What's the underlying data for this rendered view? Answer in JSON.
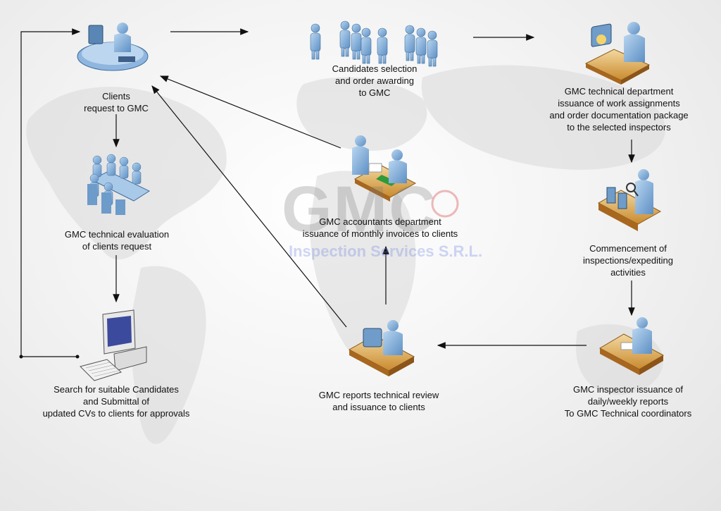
{
  "watermark": {
    "logo": "GMC",
    "subtitle": "Inspection Services S.R.L."
  },
  "nodes": {
    "clients_request": [
      "Clients",
      "request to GMC"
    ],
    "candidates_selection": [
      "Candidates selection",
      "and order awarding",
      "to GMC"
    ],
    "work_assignments": [
      "GMC technical department",
      "issuance of work assignments",
      "and order documentation package",
      "to the selected inspectors"
    ],
    "technical_evaluation": [
      "GMC technical evaluation",
      "of clients request"
    ],
    "accountants": [
      "GMC accountants department",
      "issuance of monthly invoices to clients"
    ],
    "commencement": [
      "Commencement of",
      "inspections/expediting",
      "activities"
    ],
    "search_candidates": [
      "Search for suitable Candidates",
      "and Submittal of",
      "updated CVs to clients for approvals"
    ],
    "reports_review": [
      "GMC reports technical review",
      "and issuance to clients"
    ],
    "inspector_reports": [
      "GMC inspector issuance of",
      "daily/weekly reports",
      "To GMC Technical coordinators"
    ]
  },
  "colors": {
    "person": "#8db8e0",
    "person_dark": "#4a7fb5",
    "desk": "#c97a2a",
    "arrow": "#111111"
  }
}
